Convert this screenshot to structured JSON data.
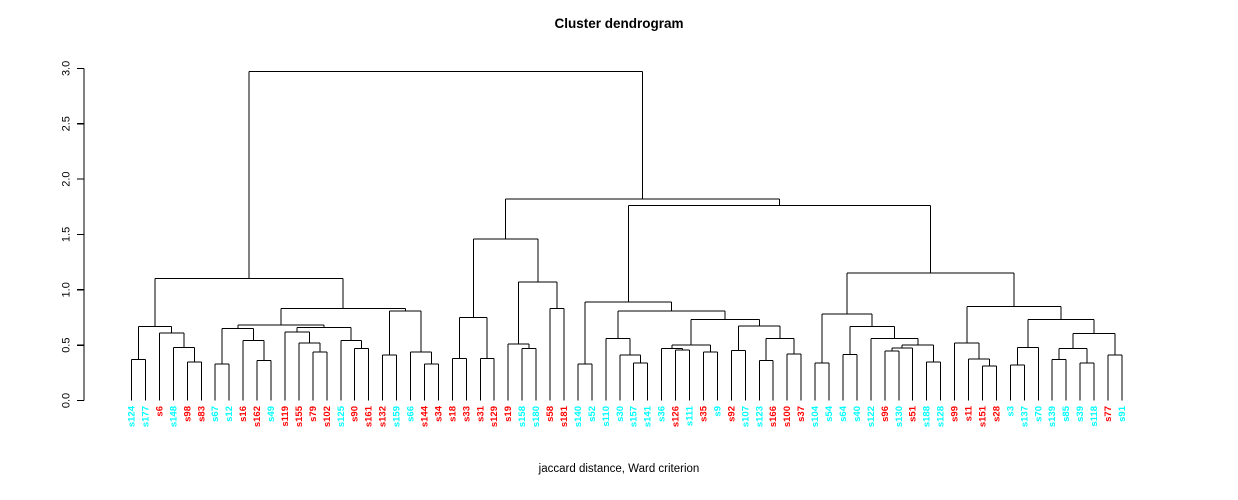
{
  "chart_data": {
    "type": "dendrogram",
    "title": "Cluster dendrogram",
    "xlabel": "jaccard distance, Ward criterion",
    "ylabel": "",
    "ylim": [
      0,
      3.0
    ],
    "grid": false,
    "yticks": {
      "values": [
        0.0,
        0.5,
        1.0,
        1.5,
        2.0,
        2.5,
        3.0
      ],
      "labels": [
        "0.0",
        "0.5",
        "1.0",
        "1.5",
        "2.0",
        "2.5",
        "3.0"
      ]
    },
    "line_color": "#000000",
    "leaf_palette": {
      "cyan": "#00FFFF",
      "red": "#FF0000"
    },
    "leaves": [
      {
        "label": "s124",
        "color": "cyan"
      },
      {
        "label": "s177",
        "color": "cyan"
      },
      {
        "label": "s6",
        "color": "red"
      },
      {
        "label": "s148",
        "color": "cyan"
      },
      {
        "label": "s98",
        "color": "red"
      },
      {
        "label": "s83",
        "color": "red"
      },
      {
        "label": "s67",
        "color": "cyan"
      },
      {
        "label": "s12",
        "color": "cyan"
      },
      {
        "label": "s16",
        "color": "red"
      },
      {
        "label": "s162",
        "color": "red"
      },
      {
        "label": "s49",
        "color": "cyan"
      },
      {
        "label": "s119",
        "color": "red"
      },
      {
        "label": "s155",
        "color": "red"
      },
      {
        "label": "s79",
        "color": "red"
      },
      {
        "label": "s102",
        "color": "red"
      },
      {
        "label": "s125",
        "color": "cyan"
      },
      {
        "label": "s90",
        "color": "red"
      },
      {
        "label": "s161",
        "color": "red"
      },
      {
        "label": "s132",
        "color": "red"
      },
      {
        "label": "s159",
        "color": "cyan"
      },
      {
        "label": "s66",
        "color": "cyan"
      },
      {
        "label": "s144",
        "color": "red"
      },
      {
        "label": "s34",
        "color": "red"
      },
      {
        "label": "s18",
        "color": "red"
      },
      {
        "label": "s33",
        "color": "red"
      },
      {
        "label": "s31",
        "color": "red"
      },
      {
        "label": "s129",
        "color": "red"
      },
      {
        "label": "s19",
        "color": "red"
      },
      {
        "label": "s158",
        "color": "cyan"
      },
      {
        "label": "s180",
        "color": "cyan"
      },
      {
        "label": "s58",
        "color": "red"
      },
      {
        "label": "s181",
        "color": "red"
      },
      {
        "label": "s140",
        "color": "cyan"
      },
      {
        "label": "s52",
        "color": "cyan"
      },
      {
        "label": "s110",
        "color": "cyan"
      },
      {
        "label": "s30",
        "color": "cyan"
      },
      {
        "label": "s157",
        "color": "cyan"
      },
      {
        "label": "s141",
        "color": "cyan"
      },
      {
        "label": "s36",
        "color": "cyan"
      },
      {
        "label": "s126",
        "color": "red"
      },
      {
        "label": "s111",
        "color": "cyan"
      },
      {
        "label": "s35",
        "color": "red"
      },
      {
        "label": "s9",
        "color": "cyan"
      },
      {
        "label": "s92",
        "color": "red"
      },
      {
        "label": "s107",
        "color": "cyan"
      },
      {
        "label": "s123",
        "color": "cyan"
      },
      {
        "label": "s166",
        "color": "red"
      },
      {
        "label": "s100",
        "color": "red"
      },
      {
        "label": "s37",
        "color": "red"
      },
      {
        "label": "s104",
        "color": "cyan"
      },
      {
        "label": "s54",
        "color": "cyan"
      },
      {
        "label": "s64",
        "color": "cyan"
      },
      {
        "label": "s40",
        "color": "cyan"
      },
      {
        "label": "s122",
        "color": "cyan"
      },
      {
        "label": "s96",
        "color": "red"
      },
      {
        "label": "s130",
        "color": "cyan"
      },
      {
        "label": "s51",
        "color": "red"
      },
      {
        "label": "s188",
        "color": "cyan"
      },
      {
        "label": "s128",
        "color": "cyan"
      },
      {
        "label": "s99",
        "color": "red"
      },
      {
        "label": "s11",
        "color": "red"
      },
      {
        "label": "s151",
        "color": "red"
      },
      {
        "label": "s28",
        "color": "red"
      },
      {
        "label": "s3",
        "color": "cyan"
      },
      {
        "label": "s137",
        "color": "cyan"
      },
      {
        "label": "s70",
        "color": "cyan"
      },
      {
        "label": "s139",
        "color": "cyan"
      },
      {
        "label": "s85",
        "color": "cyan"
      },
      {
        "label": "s39",
        "color": "cyan"
      },
      {
        "label": "s118",
        "color": "cyan"
      },
      {
        "label": "s77",
        "color": "red"
      },
      {
        "label": "s91",
        "color": "cyan"
      }
    ],
    "tree": [
      2.97,
      [
        1.1,
        [
          0.67,
          [
            0.37,
            "s124",
            "s177"
          ],
          [
            0.61,
            "s6",
            [
              0.48,
              "s148",
              [
                0.35,
                "s98",
                "s83"
              ]
            ]
          ]
        ],
        [
          0.83,
          [
            0.68,
            [
              0.65,
              [
                0.33,
                "s67",
                "s12"
              ],
              [
                0.54,
                "s16",
                [
                  0.36,
                  "s162",
                  "s49"
                ]
              ]
            ],
            [
              0.66,
              [
                0.62,
                "s119",
                [
                  0.52,
                  "s155",
                  [
                    0.44,
                    "s79",
                    "s102"
                  ]
                ]
              ],
              [
                0.54,
                "s125",
                [
                  0.47,
                  "s90",
                  "s161"
                ]
              ]
            ]
          ],
          [
            0.81,
            [
              0.41,
              "s132",
              "s159"
            ],
            [
              0.44,
              "s66",
              [
                0.33,
                "s144",
                "s34"
              ]
            ]
          ]
        ]
      ],
      [
        1.82,
        [
          1.46,
          [
            0.75,
            [
              0.38,
              "s18",
              "s33"
            ],
            [
              0.38,
              "s31",
              "s129"
            ]
          ],
          [
            1.07,
            [
              0.51,
              "s19",
              [
                0.47,
                "s158",
                "s180"
              ]
            ],
            [
              0.83,
              "s58",
              "s181"
            ]
          ]
        ],
        [
          1.76,
          [
            0.89,
            [
              0.33,
              "s140",
              "s52"
            ],
            [
              0.81,
              [
                0.56,
                "s110",
                [
                  0.41,
                  "s30",
                  [
                    0.34,
                    "s157",
                    "s141"
                  ]
                ]
              ],
              [
                0.73,
                [
                  0.5,
                  [
                    0.47,
                    "s36",
                    [
                      0.455,
                      "s126",
                      "s111"
                    ]
                  ],
                  [
                    0.44,
                    "s35",
                    "s9"
                  ]
                ],
                [
                  0.675,
                  [
                    0.45,
                    "s92",
                    "s107"
                  ],
                  [
                    0.56,
                    [
                      0.36,
                      "s123",
                      "s166"
                    ],
                    [
                      0.42,
                      "s100",
                      "s37"
                    ]
                  ]
                ]
              ]
            ]
          ],
          [
            1.15,
            [
              0.78,
              [
                0.34,
                "s104",
                "s54"
              ],
              [
                0.67,
                [
                  0.415,
                  "s64",
                  "s40"
                ],
                [
                  0.56,
                  "s122",
                  [
                    0.5,
                    [
                      0.475,
                      [
                        0.445,
                        "s96",
                        "s130"
                      ],
                      "s51"
                    ],
                    [
                      0.35,
                      "s188",
                      "s128"
                    ]
                  ]
                ]
              ]
            ],
            [
              0.85,
              [
                0.52,
                "s99",
                [
                  0.375,
                  "s11",
                  [
                    0.31,
                    "s151",
                    "s28"
                  ]
                ]
              ],
              [
                0.73,
                [
                  0.48,
                  [
                    0.32,
                    "s3",
                    "s137"
                  ],
                  "s70"
                ],
                [
                  0.605,
                  [
                    0.47,
                    [
                      0.37,
                      "s139",
                      "s85"
                    ],
                    [
                      0.34,
                      "s39",
                      "s118"
                    ]
                  ],
                  [
                    0.41,
                    "s77",
                    "s91"
                  ]
                ]
              ]
            ]
          ]
        ]
      ]
    ]
  }
}
